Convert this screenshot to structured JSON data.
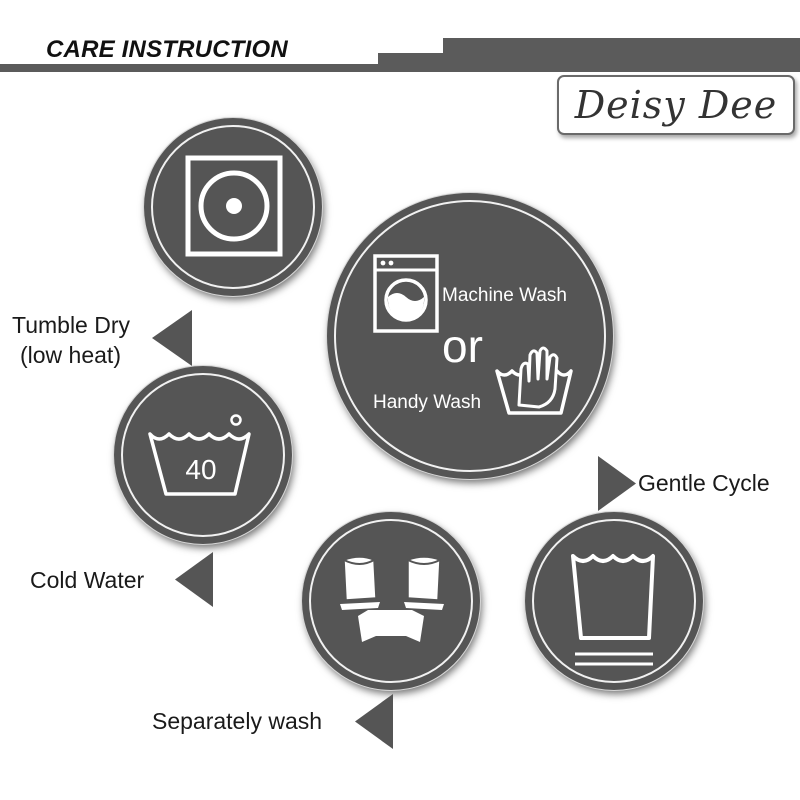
{
  "header": {
    "title": "CARE INSTRUCTION",
    "brand": "Deisy Dee"
  },
  "colors": {
    "badge": "#555555",
    "bar": "#5b5b5b",
    "symbol": "#ffffff"
  },
  "care_items": [
    {
      "id": "tumble-dry",
      "icon": "tumble-dry-icon",
      "label_lines": [
        "Tumble Dry",
        "(low heat)"
      ]
    },
    {
      "id": "wash-method",
      "icon": "washing-machine-icon",
      "machine_label": "Machine Wash",
      "joiner": "or",
      "hand_label": "Handy Wash",
      "hand_icon": "hand-wash-icon"
    },
    {
      "id": "cold-water",
      "icon": "wash-40-icon",
      "temperature": "40",
      "label": "Cold Water"
    },
    {
      "id": "gentle-cycle",
      "icon": "gentle-cycle-icon",
      "label": "Gentle Cycle"
    },
    {
      "id": "separately-wash",
      "icon": "separate-wash-icon",
      "label": "Separately wash"
    }
  ]
}
